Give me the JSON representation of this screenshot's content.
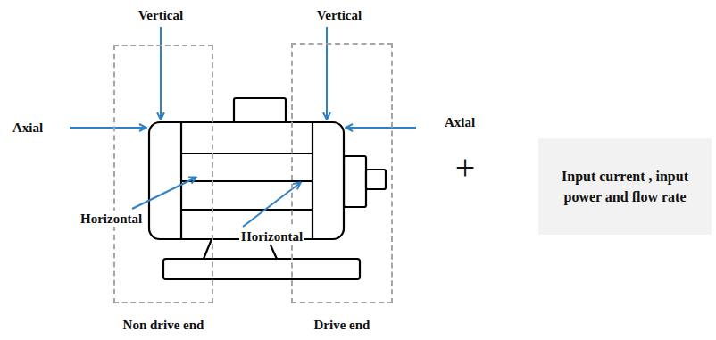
{
  "diagram": {
    "nodes": [
      {
        "text": [
          "Non drive end"
        ]
      },
      {
        "text": [
          "Drive end"
        ]
      },
      {
        "text": [
          "Input current , input power and flow rate"
        ]
      }
    ],
    "labels": [
      "Vertical",
      "Vertical",
      "Axial",
      "Horizontal",
      "Horizontal",
      "Axial",
      "+"
    ]
  }
}
